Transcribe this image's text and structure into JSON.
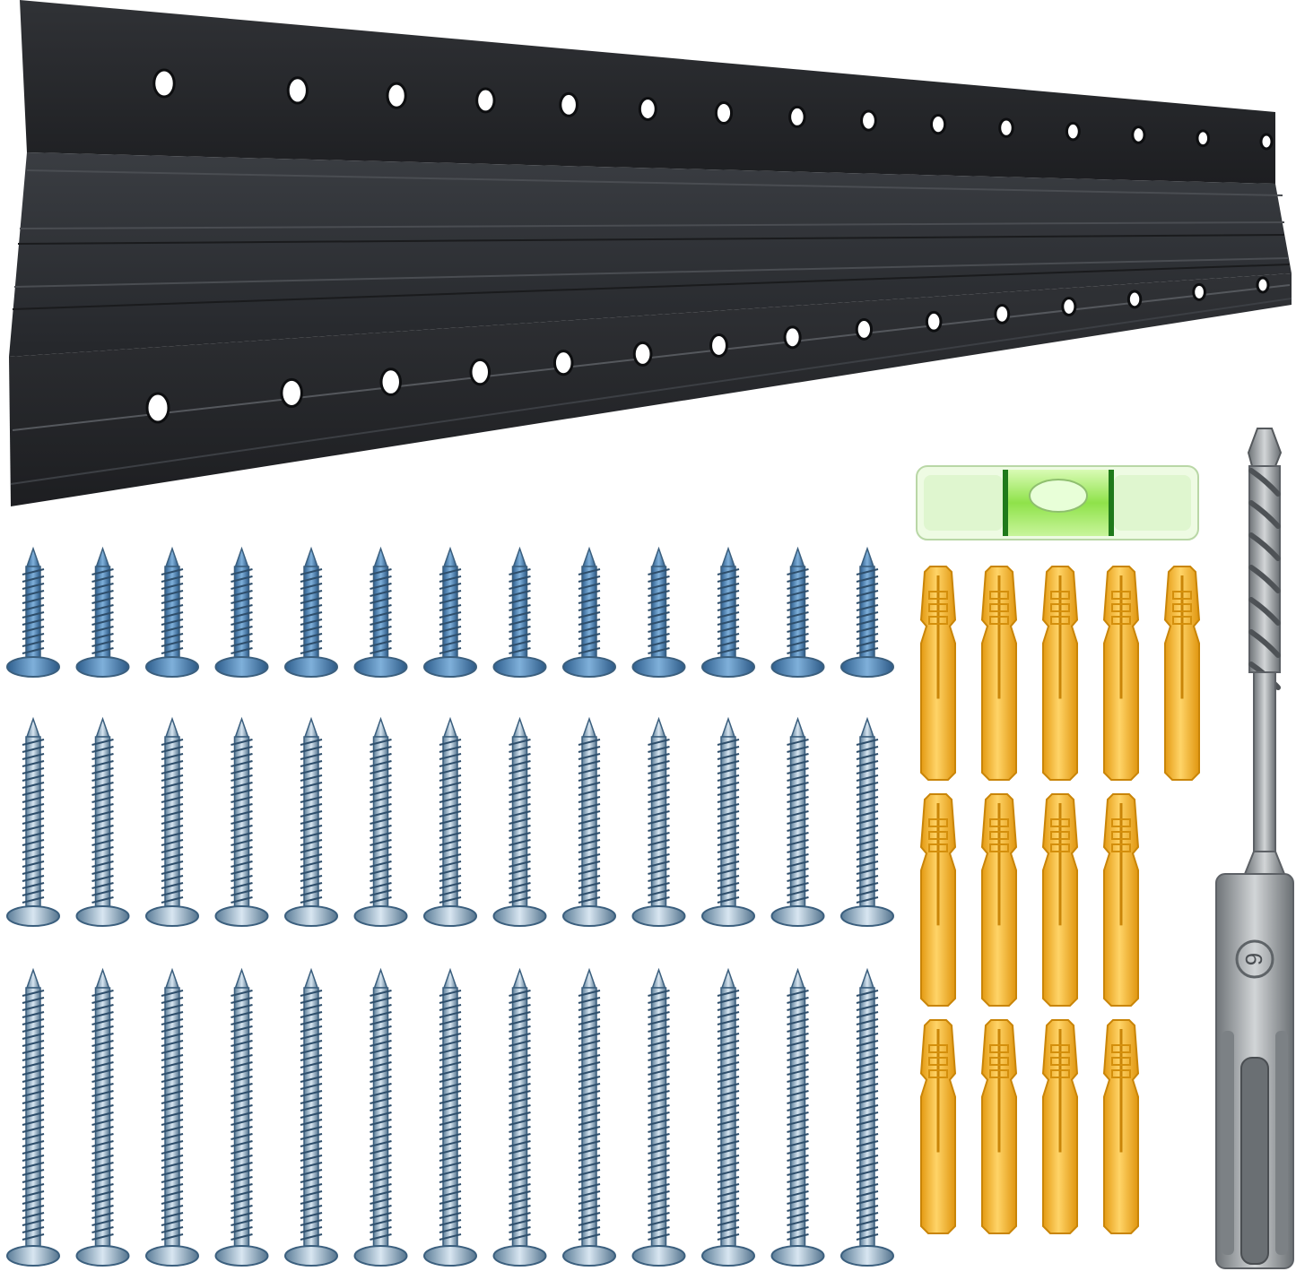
{
  "scene": {
    "description_free": true,
    "colors": {
      "background": "#ffffff",
      "cleat_dark": "#1c1d20",
      "cleat_mid": "#2b2d31",
      "cleat_light": "#3a3d42",
      "screw_blue": "#4f86b6",
      "screw_silver": "#8fb3cf",
      "anchor_yellow": "#f2b631",
      "level_green": "#8fe24a",
      "drill_gray": "#9a9fa3"
    },
    "icons": [
      "cleat-rail-icon",
      "screw-icon",
      "wall-anchor-icon",
      "bubble-level-icon",
      "drill-bit-icon"
    ],
    "counts": {
      "cleat_rails": 2,
      "holes_per_rail": 15,
      "short_screws": 13,
      "medium_screws": 13,
      "long_screws": 13,
      "wall_anchors": 13,
      "bubble_levels": 1,
      "drill_bits": 1
    },
    "drill_bit_marking": "6"
  }
}
